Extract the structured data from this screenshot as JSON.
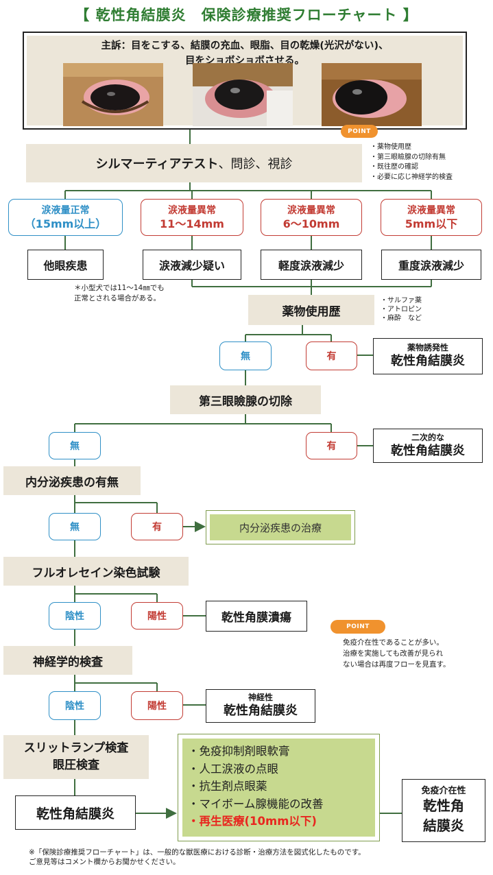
{
  "title": "【 乾性角結膜炎　保険診療推奨フローチャート 】",
  "complaint": {
    "line1": "主訴：目をこする、結膜の充血、眼脂、目の乾燥(光沢がない)、",
    "line2": "目をショボショボさせる。"
  },
  "point_label": "POINT",
  "test": {
    "main": "シルマーティアテスト",
    "sub": "、問診、視診"
  },
  "point1_notes": "・薬物使用歴\n・第三眼瞼腺の切除有無\n・既往歴の確認\n・必要に応じ神経学的検査",
  "tear": [
    {
      "line1": "涙液量正常",
      "line2": "（15mm以上）",
      "diagnosis": "他眼疾患"
    },
    {
      "line1": "涙液量異常",
      "line2": "11～14mm",
      "diagnosis": "涙液減少疑い"
    },
    {
      "line1": "涙液量異常",
      "line2": "6～10mm",
      "diagnosis": "軽度涙液減少"
    },
    {
      "line1": "涙液量異常",
      "line2": "5mm以下",
      "diagnosis": "重度涙液減少"
    }
  ],
  "small_dog_note": "＊小型犬では11～14㎜でも\n正常とされる場合がある。",
  "drug": {
    "label": "薬物使用歴",
    "notes": "・サルファ薬\n・アトロピン\n・麻酔　など",
    "no": "無",
    "yes": "有",
    "result_small": "薬物誘発性",
    "result_large": "乾性角結膜炎"
  },
  "third_eyelid": {
    "label": "第三眼瞼腺の切除",
    "no": "無",
    "yes": "有",
    "result_small": "二次的な",
    "result_large": "乾性角結膜炎"
  },
  "endocrine": {
    "label": "内分泌疾患の有無",
    "no": "無",
    "yes": "有",
    "treatment": "内分泌疾患の治療"
  },
  "fluorescein": {
    "label": "フルオレセイン染色試験",
    "negative": "陰性",
    "positive": "陽性",
    "result": "乾性角膜潰瘍"
  },
  "point2_notes": "免疫介在性であることが多い。\n治療を実施しても改善が見られ\nない場合は再度フローを見直す。",
  "neuro": {
    "label": "神経学的検査",
    "negative": "陰性",
    "positive": "陽性",
    "result_small": "神経性",
    "result_large": "乾性角結膜炎"
  },
  "slitlamp": {
    "line1": "スリットランプ検査",
    "line2": "眼圧検査"
  },
  "final_diagnosis": "乾性角結膜炎",
  "treatments": [
    "・免疫抑制剤眼軟膏",
    "・人工涙液の点眼",
    "・抗生剤点眼薬",
    "・マイボーム腺機能の改善"
  ],
  "treatment_highlight": "・再生医療(10mm以下)",
  "immune": {
    "small": "免疫介在性",
    "line1": "乾性角",
    "line2": "結膜炎"
  },
  "footnote1": "※「保険診療推奨フローチャート」は、一般的な獣医療における診断・治療方法を図式化したものです。",
  "footnote2": "ご意見等はコメント欄からお聞かせください。",
  "colors": {
    "green_title": "#2f7d32",
    "blue": "#2e8fc6",
    "red": "#c23b33",
    "beige": "#ece6d9",
    "green_box": "#c7d98f",
    "orange": "#f0922e"
  }
}
